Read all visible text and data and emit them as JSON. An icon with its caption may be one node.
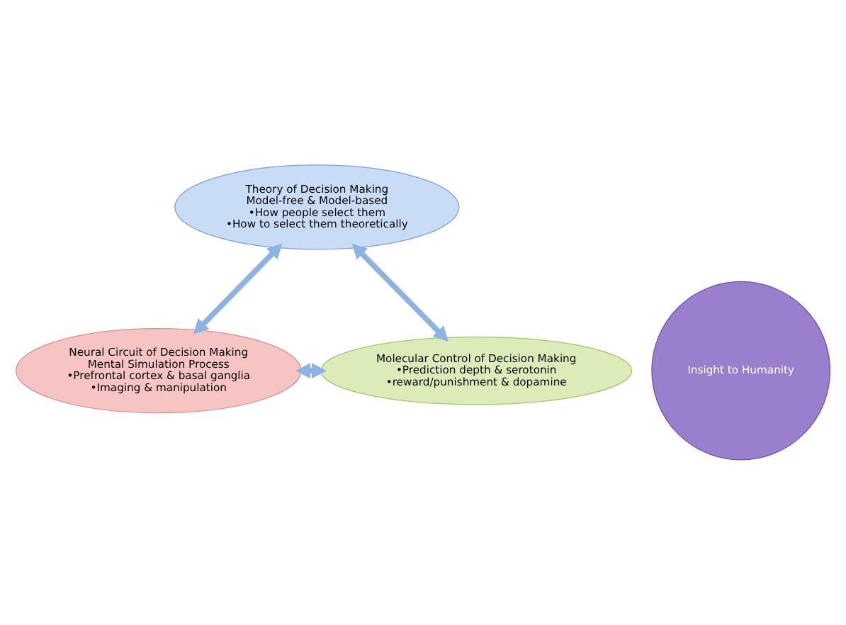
{
  "diagram": {
    "nodes": [
      {
        "text": [
          "Theory of Decision Making",
          "Model-free & Model-based",
          "•How people select them",
          "•How to select them theoretically"
        ]
      },
      {
        "text": [
          "Insight to Humanity"
        ]
      },
      {
        "text": [
          "Neural Circuit of Decision Making",
          "Mental Simulation Process",
          "•Prefrontal cortex & basal ganglia",
          "•Imaging & manipulation"
        ]
      },
      {
        "text": [
          "Molecular Control of Decision Making",
          "•Prediction depth & serotonin",
          "•reward/punishment & dopamine"
        ]
      }
    ],
    "edges": [
      {
        "from": 0,
        "to": 2,
        "arrow": "both"
      },
      {
        "from": 0,
        "to": 3,
        "arrow": "both"
      },
      {
        "from": 2,
        "to": 3,
        "arrow": "both"
      }
    ]
  }
}
